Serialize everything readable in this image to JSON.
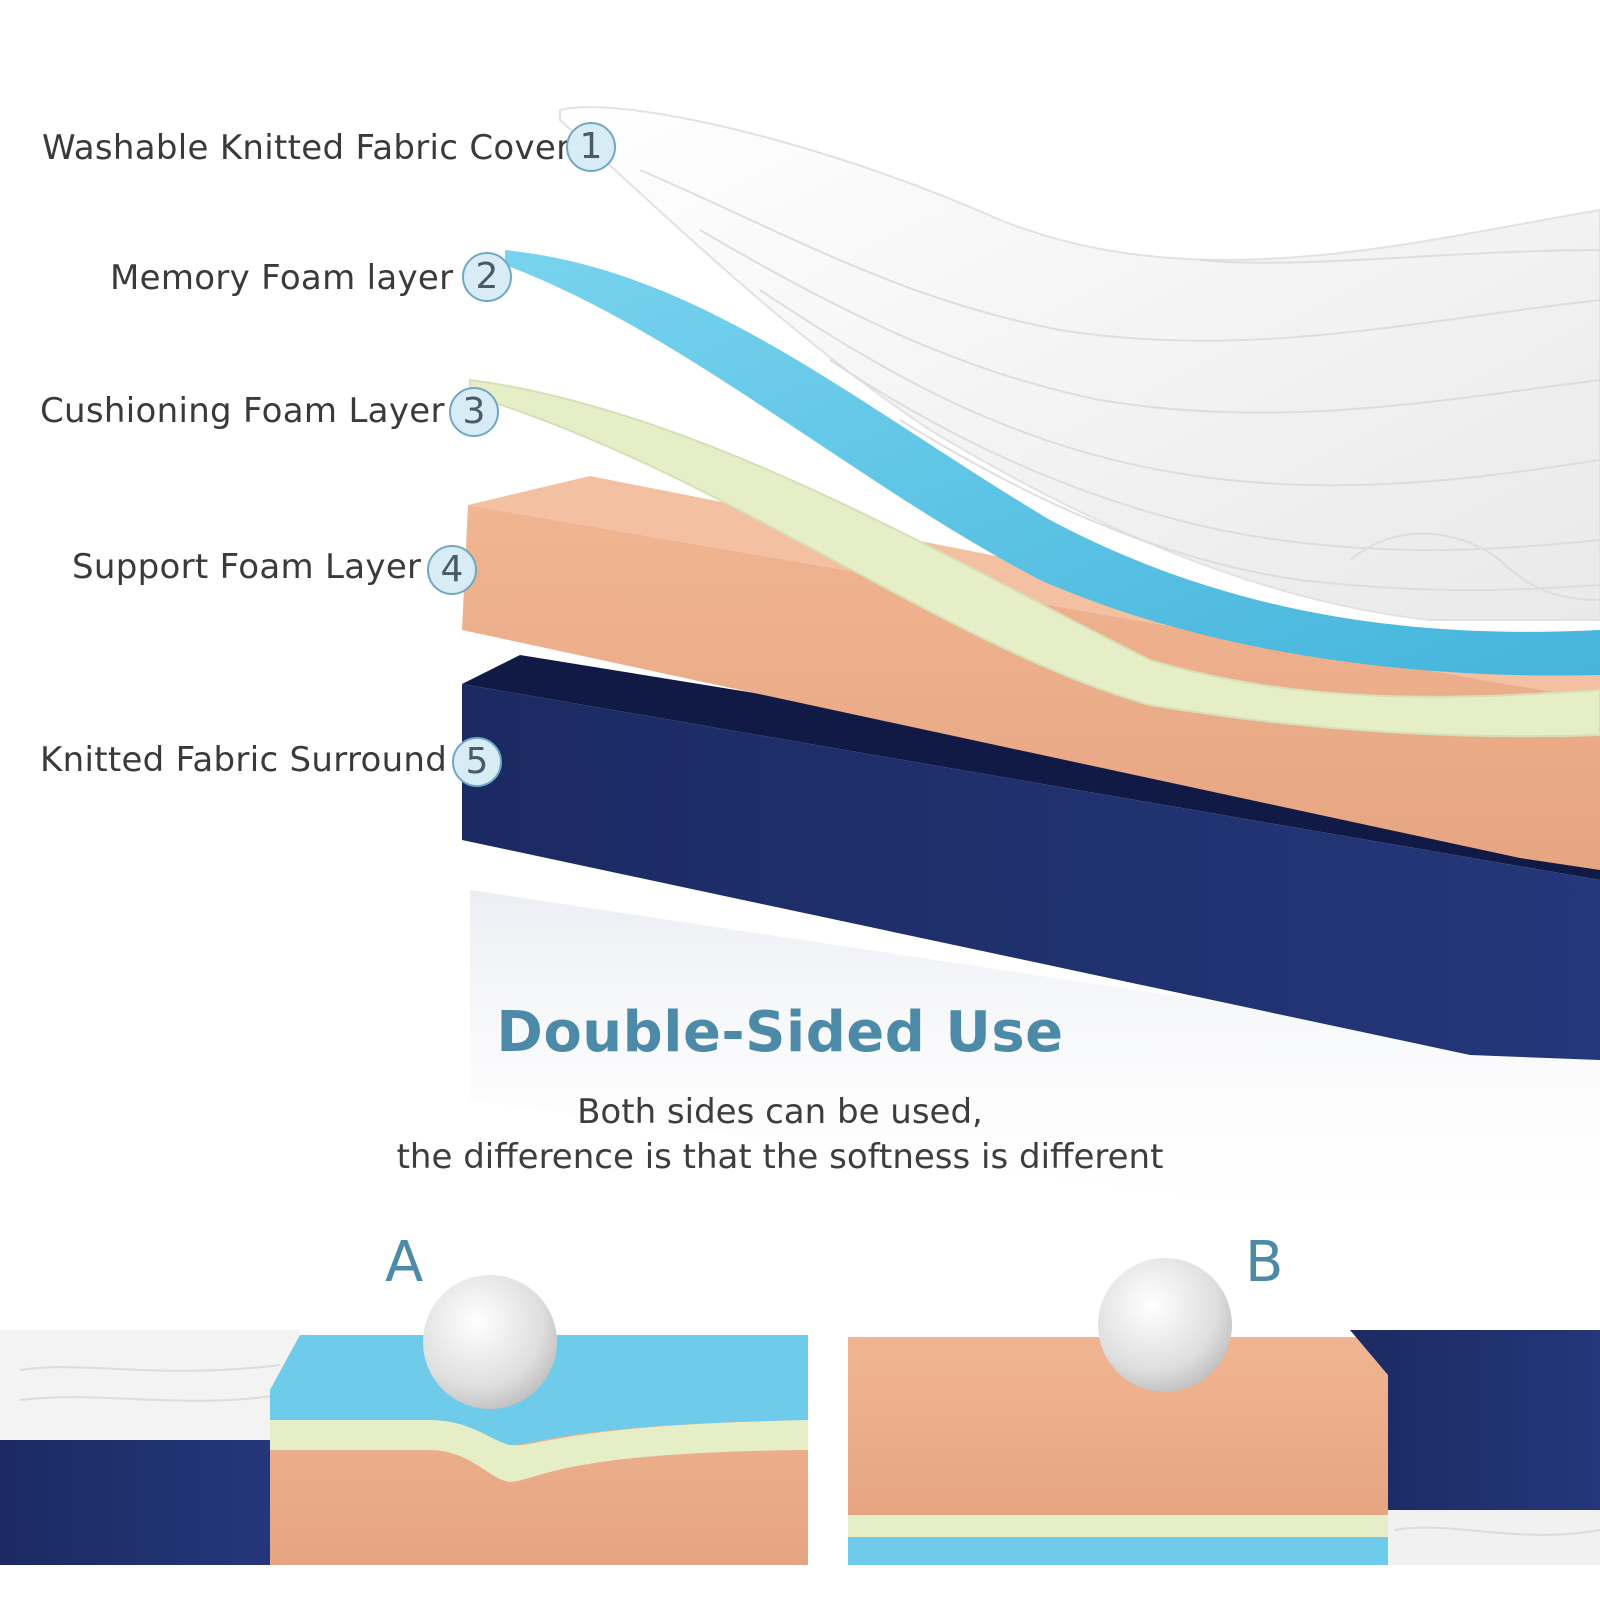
{
  "layers": [
    {
      "num": "1",
      "label": "Washable Knitted Fabric Cover"
    },
    {
      "num": "2",
      "label": "Memory Foam layer"
    },
    {
      "num": "3",
      "label": "Cushioning Foam Layer"
    },
    {
      "num": "4",
      "label": "Support Foam Layer"
    },
    {
      "num": "5",
      "label": "Knitted Fabric Surround"
    }
  ],
  "double_sided": {
    "title": "Double-Sided Use",
    "line1": "Both sides can be used,",
    "line2": "the difference is that the softness is different",
    "side_a": "A",
    "side_b": "B"
  },
  "colors": {
    "cover": "#f4f4f4",
    "memory_foam": "#5fc6e6",
    "cushion_foam": "#e6eec8",
    "support_foam": "#edae8a",
    "surround": "#1e2f6b",
    "accent": "#4d8aa8"
  }
}
